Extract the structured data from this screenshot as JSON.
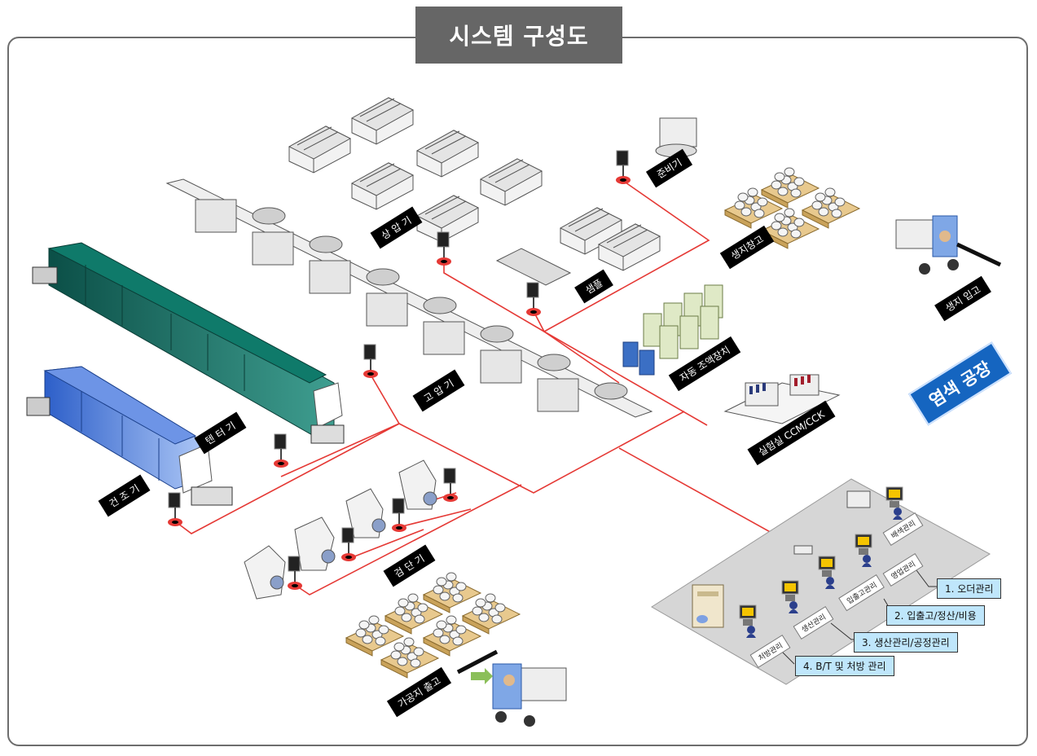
{
  "title": "시스템 구성도",
  "factory_label": "염색 공장",
  "colors": {
    "title_bg": "#666666",
    "network_line": "#e53935",
    "factory_badge": "#1565c0",
    "module_tag_bg": "#bfe6fb",
    "tenter": "#0d6b5e",
    "dryer": "#3a6fd8"
  },
  "equipment_labels": {
    "prep": "준비기",
    "normal_pressure": "상 압 기",
    "sample": "샘플",
    "high_pressure": "고 압 기",
    "tenter": "텐 터 기",
    "dryer": "건 조 기",
    "inspection": "검 단 기",
    "raw_storage": "생지창고",
    "raw_input": "생지 입고",
    "auto_dispenser": "자동 조액장치",
    "lab": "실험실 CCM/CCK",
    "shipping": "가공지 출고"
  },
  "office_stations": {
    "dyeing_mgmt": "배색관리",
    "sales_mgmt": "영업관리",
    "warehouse_mgmt": "입출고관리",
    "production_mgmt": "생산관리",
    "recipe_mgmt": "처방관리"
  },
  "modules": [
    {
      "label": "1. 오더관리"
    },
    {
      "label": "2. 입출고/정산/비용"
    },
    {
      "label": "3. 생산관리/공정관리"
    },
    {
      "label": "4. B/T 및 처방 관리"
    }
  ],
  "icons": [
    "computer-terminal-icon",
    "server-icon",
    "network-switch-icon",
    "forklift-icon",
    "fabric-roll-pallet-icon",
    "operator-icon",
    "arrow-icon"
  ]
}
